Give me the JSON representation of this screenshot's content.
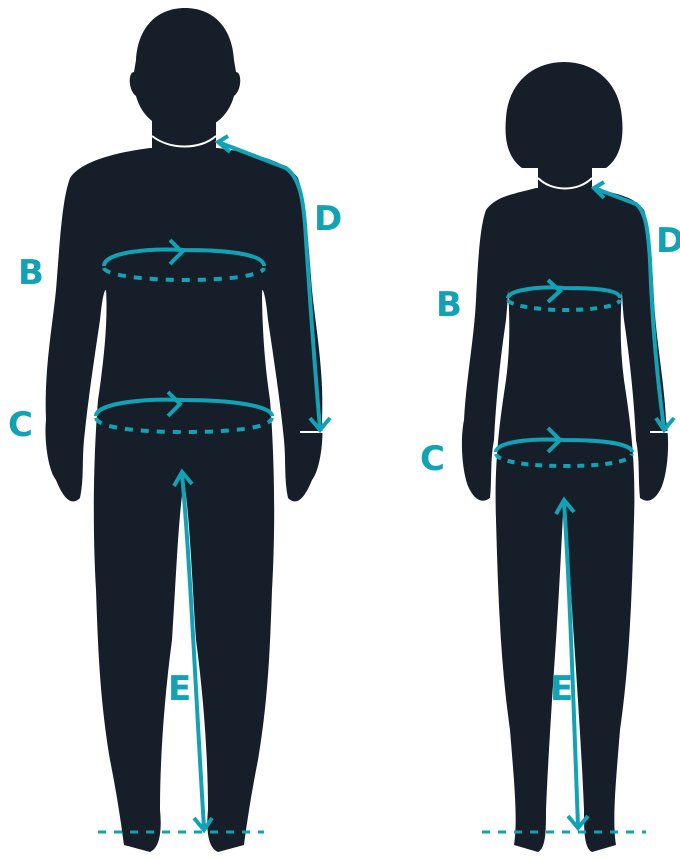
{
  "figures": {
    "man": {
      "labels": {
        "b": "B",
        "c": "C",
        "d": "D",
        "e": "E"
      }
    },
    "woman": {
      "labels": {
        "b": "B",
        "c": "C",
        "d": "D",
        "e": "E"
      }
    }
  },
  "colors": {
    "silhouette": "#161f29",
    "measure_line": "#11a3b5",
    "label_text": "#11a3b5",
    "neck_outline": "#ffffff",
    "background": "#ffffff"
  }
}
